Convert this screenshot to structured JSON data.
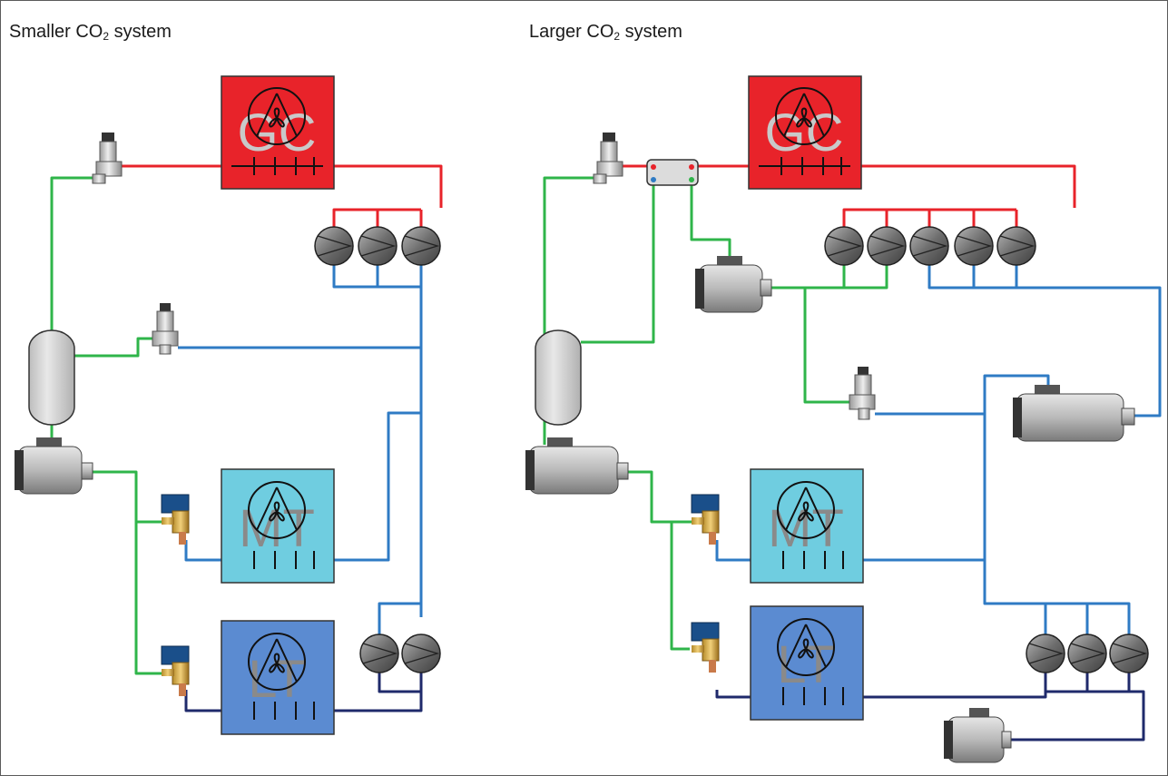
{
  "titles": {
    "left": {
      "pre": "Smaller CO",
      "sub": "2",
      "post": " system"
    },
    "right": {
      "pre": "Larger CO",
      "sub": "2",
      "post": " system"
    }
  },
  "unit_labels": {
    "gas_cooler": "GC",
    "medium_temp": "MT",
    "low_temp": "LT"
  },
  "colors": {
    "high_pressure": "#e8232a",
    "medium_pressure": "#2f7bc4",
    "liquid": "#2fb54a",
    "low_temp_line": "#1f2a6b",
    "gas_cooler_fill": "#e8232a",
    "mt_fill": "#6fcde0",
    "lt_fill": "#5b8bd1",
    "compressor_fill": "#7b7b7b",
    "receiver_fill": "#d8d8d8"
  }
}
